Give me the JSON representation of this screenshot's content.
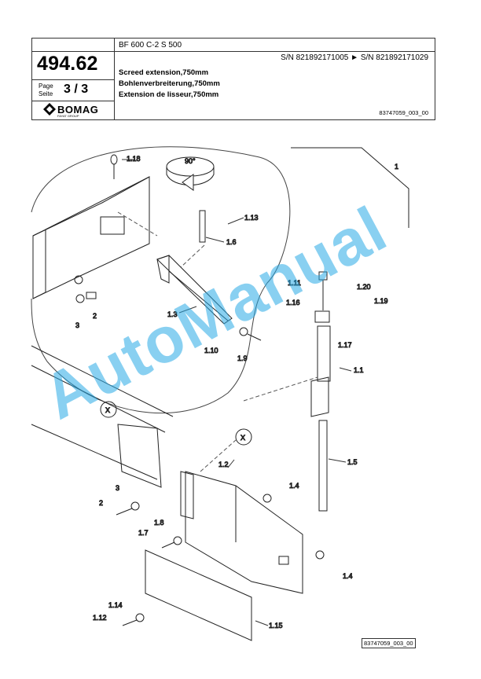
{
  "header": {
    "doc_no": "494.62",
    "page_label": "Page\nSeite",
    "page_value": "3 / 3",
    "model": "BF 600 C-2 S 500",
    "serial": "S/N 821892171005  ►  S/N 821892171029",
    "titles": [
      "Screed extension,750mm",
      "Bohlenverbreiterung,750mm",
      "Extension de lisseur,750mm"
    ],
    "drawing_no": "83747059_003_00",
    "logo_text": "BOMAG",
    "logo_sub": "FAYAT GROUP"
  },
  "callouts": {
    "c1": "1",
    "c118": "1.18",
    "c113": "1.13",
    "c16": "1.6",
    "c13": "1.3",
    "c2a": "2",
    "c3a": "3",
    "c110": "1.10",
    "c19": "1.9",
    "c111": "1.11",
    "c120": "1.20",
    "c116": "1.16",
    "c119": "1.19",
    "c117": "1.17",
    "c11": "1.1",
    "c15": "1.5",
    "c12": "1.2",
    "c14a": "1.4",
    "c14b": "1.4",
    "c3b": "3",
    "c2b": "2",
    "c18": "1.8",
    "c17": "1.7",
    "c114": "1.14",
    "c112": "1.12",
    "c115": "1.15",
    "x1": "X",
    "x2": "X",
    "rot": "90°"
  },
  "footer": {
    "drawing_no": "83747059_003_00"
  },
  "watermark": "AutoManual"
}
